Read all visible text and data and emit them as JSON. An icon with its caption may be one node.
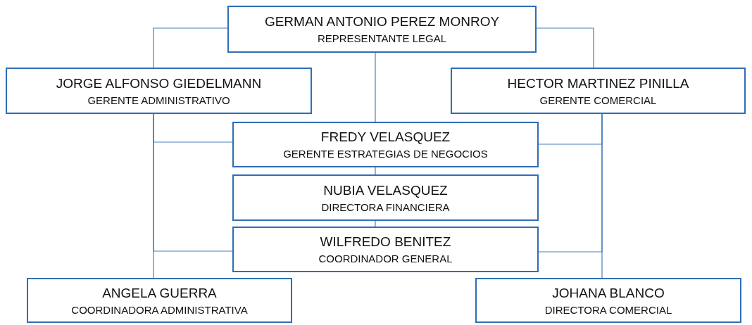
{
  "diagram": {
    "nodes": [
      {
        "text": [
          "GERMAN ANTONIO PEREZ MONROY",
          "REPRESENTANTE LEGAL"
        ]
      },
      {
        "text": [
          "JORGE ALFONSO GIEDELMANN",
          "GERENTE ADMINISTRATIVO"
        ]
      },
      {
        "text": [
          "HECTOR MARTINEZ PINILLA",
          "GERENTE COMERCIAL"
        ]
      },
      {
        "text": [
          "FREDY VELASQUEZ",
          "GERENTE ESTRATEGIAS DE NEGOCIOS"
        ]
      },
      {
        "text": [
          "NUBIA VELASQUEZ",
          "DIRECTORA FINANCIERA"
        ]
      },
      {
        "text": [
          "WILFREDO BENITEZ",
          "COORDINADOR GENERAL"
        ]
      },
      {
        "text": [
          "ANGELA GUERRA",
          "COORDINADORA ADMINISTRATIVA"
        ]
      },
      {
        "text": [
          "JOHANA BLANCO",
          "DIRECTORA COMERCIAL"
        ]
      }
    ],
    "edges": [
      {
        "from": 0,
        "to": 1,
        "arrow": "none"
      },
      {
        "from": 0,
        "to": 2,
        "arrow": "none"
      },
      {
        "from": 0,
        "to": 3,
        "arrow": "none"
      },
      {
        "from": 3,
        "to": 4,
        "arrow": "none"
      },
      {
        "from": 4,
        "to": 5,
        "arrow": "none"
      },
      {
        "from": 1,
        "to": 6,
        "arrow": "none"
      },
      {
        "from": 2,
        "to": 7,
        "arrow": "none"
      },
      {
        "from": 1,
        "to": 3,
        "arrow": "none"
      },
      {
        "from": 1,
        "to": 5,
        "arrow": "none"
      },
      {
        "from": 2,
        "to": 3,
        "arrow": "none"
      },
      {
        "from": 2,
        "to": 5,
        "arrow": "none"
      }
    ]
  }
}
